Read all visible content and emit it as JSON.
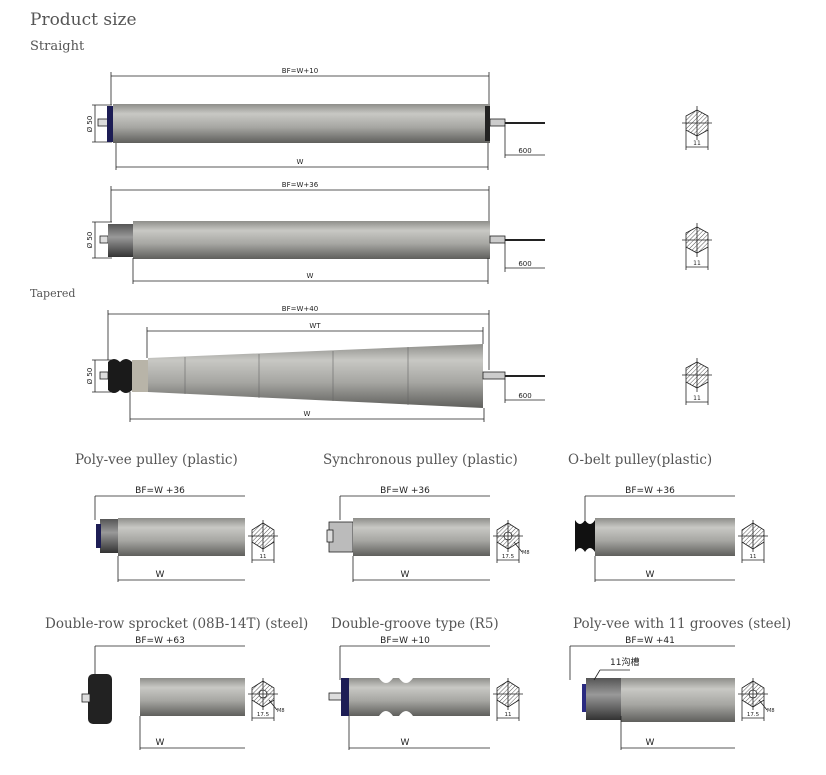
{
  "title": "Product size",
  "sections": {
    "straight": "Straight",
    "tapered": "Tapered"
  },
  "drawings": {
    "straight1": {
      "bf": "BF=W+10",
      "w": "W",
      "dia": "Ø 50",
      "cable": "600",
      "hex": "11"
    },
    "straight2": {
      "bf": "BF=W+36",
      "w": "W",
      "dia": "Ø 50",
      "cable": "600",
      "hex": "11"
    },
    "tapered": {
      "bf": "BF=W+40",
      "wt": "WT",
      "w": "W",
      "dia": "Ø 50",
      "cable": "600",
      "hex": "11"
    }
  },
  "variants": [
    {
      "caption": "Poly-vee pulley (plastic)",
      "bf": "BF=W +36",
      "w": "W",
      "hex": "11"
    },
    {
      "caption": "Synchronous pulley (plastic)",
      "bf": "BF=W +36",
      "w": "W",
      "hex": "17.5",
      "thread": "M8"
    },
    {
      "caption": "O-belt pulley(plastic)",
      "bf": "BF=W +36",
      "w": "W",
      "hex": "11"
    },
    {
      "caption": "Double-row sprocket (08B-14T) (steel)",
      "bf": "BF=W +63",
      "w": "W",
      "hex": "17.5",
      "thread": "M8"
    },
    {
      "caption": "Double-groove type (R5)",
      "bf": "BF=W +10",
      "w": "W",
      "hex": "11"
    },
    {
      "caption": "Poly-vee with 11 grooves (steel)",
      "bf": "BF=W +41",
      "w": "W",
      "hex": "17.5",
      "thread": "M8",
      "note": "11沟槽"
    }
  ],
  "colors": {
    "tube": "#a9a9a5",
    "tubeDark": "#6f6f6c",
    "end": "#2a2a5a"
  }
}
